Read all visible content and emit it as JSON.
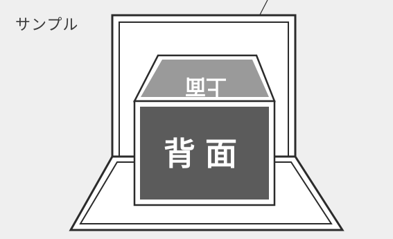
{
  "sample_label": "サンプル",
  "box": {
    "top_face_label": "上面",
    "back_face_label": "背面"
  },
  "colors": {
    "background": "#efefef",
    "outline": "#2b2b2b",
    "panel_fill": "#ffffff",
    "top_face_fill": "#9a9a9a",
    "back_face_fill": "#5b5b5b",
    "face_text": "#ffffff"
  }
}
